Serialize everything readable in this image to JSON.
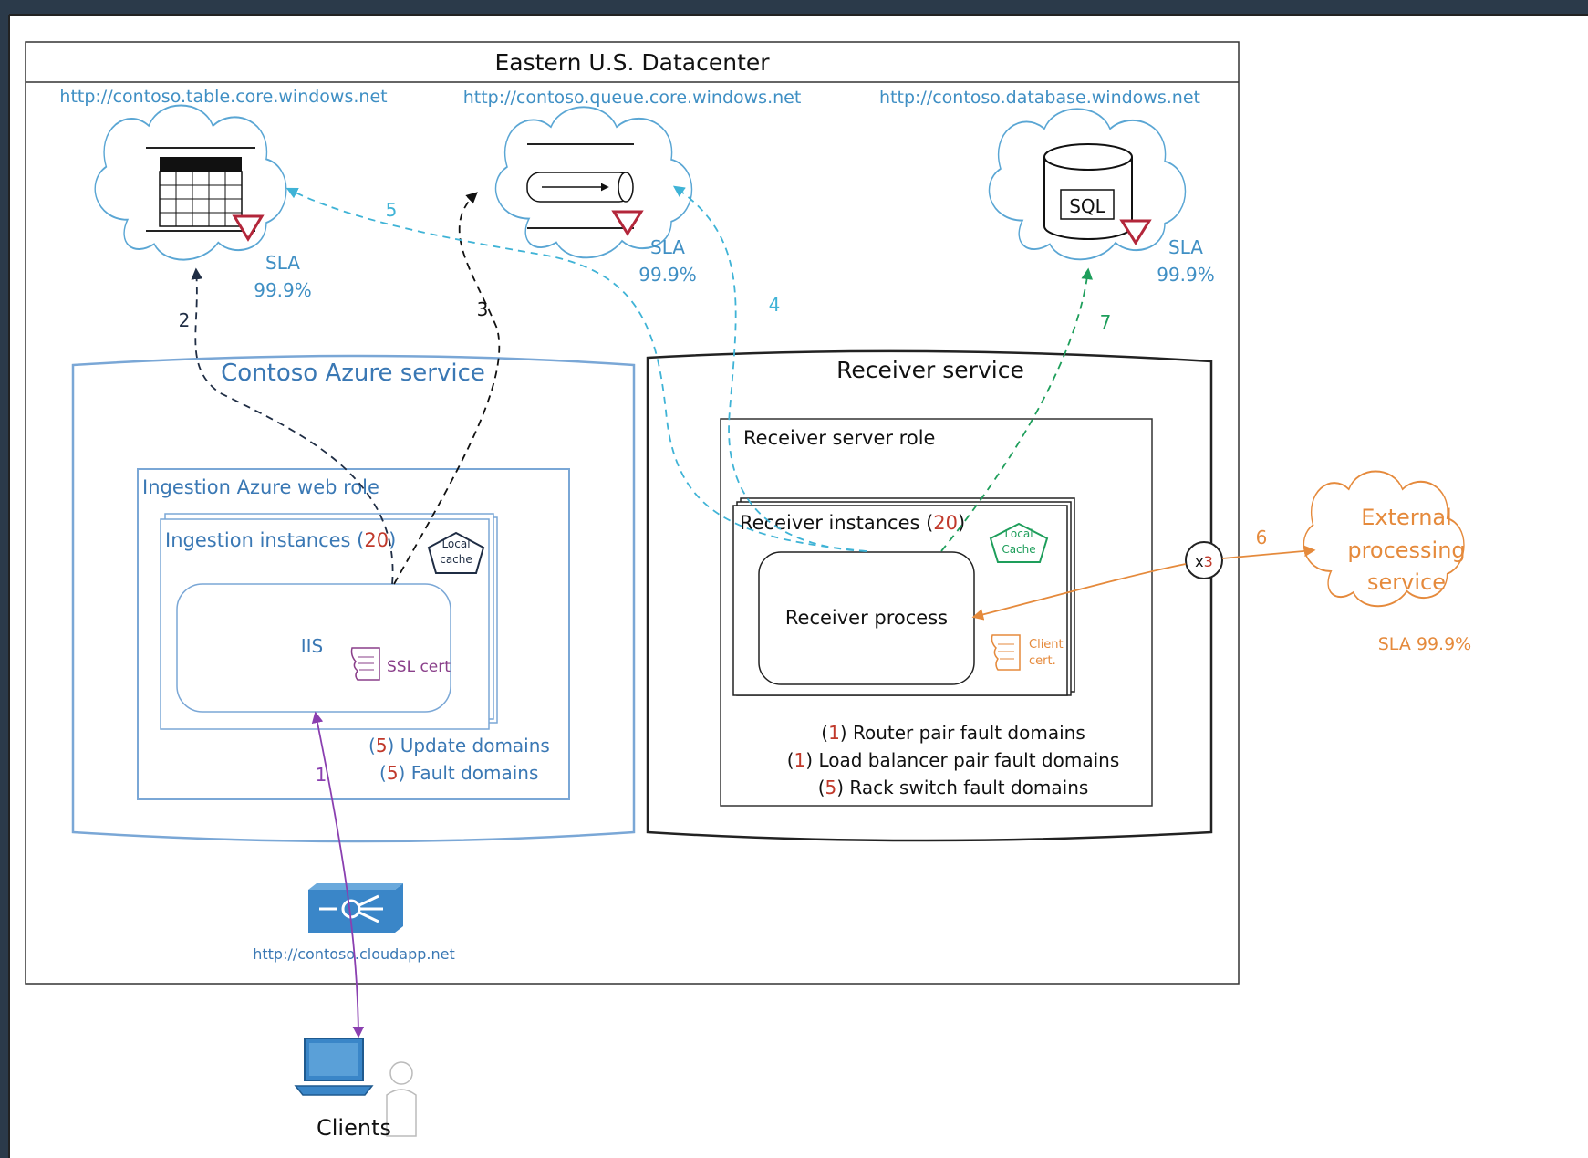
{
  "datacenter": {
    "title": "Eastern U.S. Datacenter"
  },
  "urls": {
    "table": "http://contoso.table.core.windows.net",
    "queue": "http://contoso.queue.core.windows.net",
    "database": "http://contoso.database.windows.net",
    "cloudapp": "http://contoso.cloudapp.net"
  },
  "sla": {
    "label": "SLA",
    "table": "99.9%",
    "queue": "99.9%",
    "database": "99.9%",
    "external": "SLA 99.9%"
  },
  "sql_label": "SQL",
  "contoso_service": {
    "title": "Contoso Azure service",
    "web_role": "Ingestion Azure web role",
    "instances_prefix": "Ingestion instances (",
    "instances_count": "20",
    "instances_suffix": ")",
    "local_cache_1": "Local",
    "local_cache_2": "cache",
    "iis": "IIS",
    "ssl_cert": "SSL cert",
    "update_domains_count": "5",
    "update_domains_label": " Update domains",
    "fault_domains_count": "5",
    "fault_domains_label": " Fault domains"
  },
  "receiver_service": {
    "title": "Receiver service",
    "server_role": "Receiver server role",
    "instances_prefix": "Receiver instances (",
    "instances_count": "20",
    "instances_suffix": ")",
    "local_cache_1": "Local",
    "local_cache_2": "Cache",
    "process": "Receiver process",
    "client_cert_1": "Client",
    "client_cert_2": "cert.",
    "router_count": "1",
    "router_label": " Router pair fault domains",
    "lb_count": "1",
    "lb_label": " Load balancer pair fault domains",
    "rack_count": "5",
    "rack_label": " Rack switch fault domains",
    "multiplier_x": "x",
    "multiplier_n": "3"
  },
  "external": {
    "line1": "External",
    "line2": "processing",
    "line3": "service"
  },
  "clients": "Clients",
  "steps": [
    "1",
    "2",
    "3",
    "4",
    "5",
    "6",
    "7"
  ],
  "colors": {
    "blue_text": "#3f8fc4",
    "service_box": "#7aa7d6",
    "red": "#c0392b",
    "orange": "#e58a3c",
    "green": "#1e9e5b",
    "cyan": "#3fb3d6",
    "purple": "#8a3fb0",
    "navy": "#1f2d44",
    "lb_blue": "#3a86c8"
  },
  "icons": [
    "table-icon",
    "queue-icon",
    "database-icon",
    "warning-triangle-icon",
    "pentagon-icon",
    "certificate-icon",
    "load-balancer-icon",
    "laptop-icon",
    "person-icon"
  ]
}
